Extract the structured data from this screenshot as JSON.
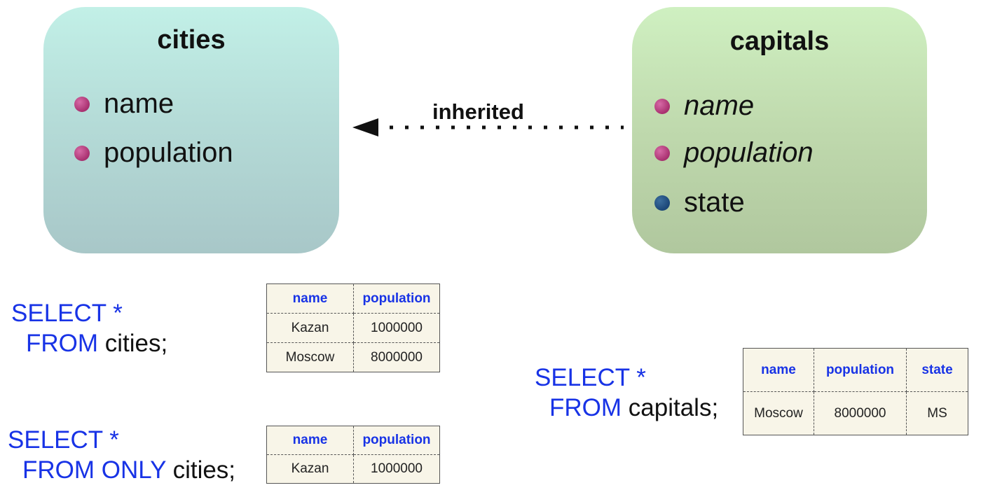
{
  "cities_box": {
    "title": "cities",
    "attributes": [
      {
        "label": "name",
        "dot_color": "#b33a7c"
      },
      {
        "label": "population",
        "dot_color": "#b33a7c"
      }
    ]
  },
  "capitals_box": {
    "title": "capitals",
    "attributes": [
      {
        "label": "name",
        "dot_color": "#b33a7c",
        "style": "italic"
      },
      {
        "label": "population",
        "dot_color": "#b33a7c",
        "style": "italic"
      },
      {
        "label": "state",
        "dot_color": "#1f4a7a"
      }
    ]
  },
  "relation": {
    "label": "inherited"
  },
  "queries": [
    {
      "line1": "SELECT *",
      "line2_keyword": "FROM",
      "line2_rest": " cities;",
      "result": {
        "columns": [
          "name",
          "population"
        ],
        "rows": [
          [
            "Kazan",
            "1000000"
          ],
          [
            "Moscow",
            "8000000"
          ]
        ]
      }
    },
    {
      "line1": "SELECT *",
      "line2_keyword": "FROM ONLY",
      "line2_rest": " cities;",
      "result": {
        "columns": [
          "name",
          "population"
        ],
        "rows": [
          [
            "Kazan",
            "1000000"
          ]
        ]
      }
    },
    {
      "line1": "SELECT *",
      "line2_keyword": "FROM",
      "line2_rest": " capitals;",
      "result": {
        "columns": [
          "name",
          "population",
          "state"
        ],
        "rows": [
          [
            "Moscow",
            "8000000",
            "MS"
          ]
        ]
      }
    }
  ],
  "colors": {
    "keyword": "#1833e6",
    "cities_box": "#b8e0da",
    "capitals_box": "#c4e0b2",
    "table_bg": "#f8f5e8"
  }
}
